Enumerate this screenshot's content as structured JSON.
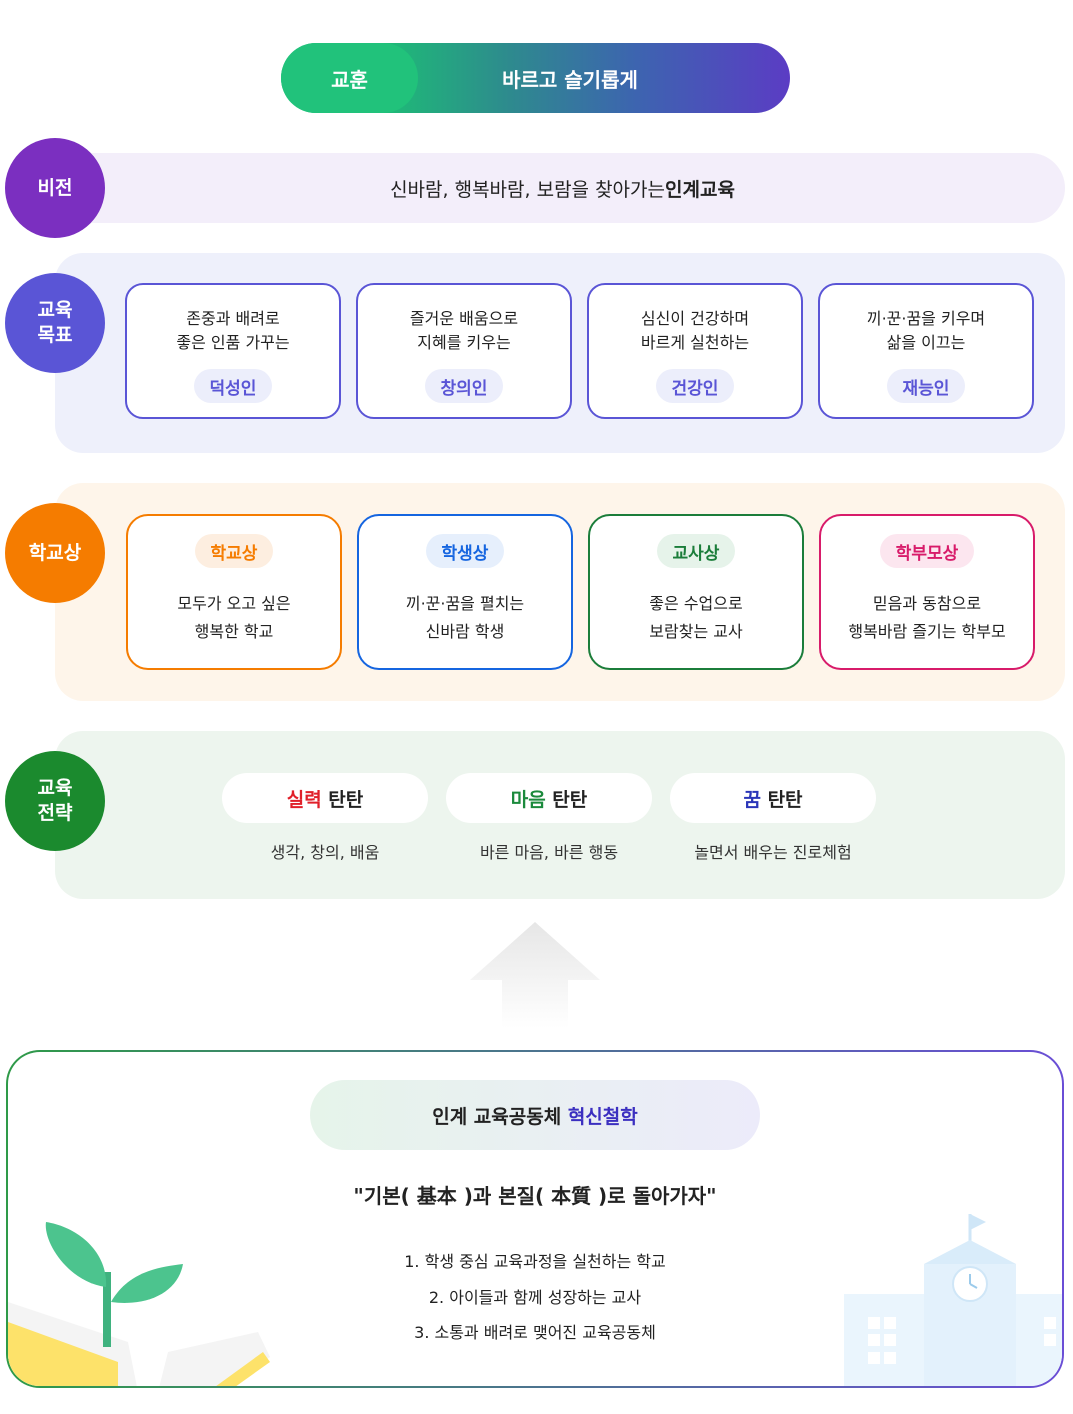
{
  "motto": {
    "label": "교훈",
    "text": "바르고 슬기롭게"
  },
  "vision": {
    "label": "비전",
    "text_plain": "신바람, 행복바람, 보람을 찾아가는 ",
    "text_bold": "인계교육"
  },
  "goals": {
    "label_line1": "교육",
    "label_line2": "목표",
    "items": [
      {
        "line1": "존중과 배려로",
        "line2": "좋은 인품 가꾸는",
        "tag": "덕성인"
      },
      {
        "line1": "즐거운 배움으로",
        "line2": "지혜를 키우는",
        "tag": "창의인"
      },
      {
        "line1": "심신이 건강하며",
        "line2": "바르게 실천하는",
        "tag": "건강인"
      },
      {
        "line1": "끼·꾼·꿈을 키우며",
        "line2": "삶을 이끄는",
        "tag": "재능인"
      }
    ]
  },
  "school_image": {
    "label": "학교상",
    "items": [
      {
        "tag": "학교상",
        "line1": "모두가 오고 싶은",
        "line2": "행복한 학교",
        "color": "#f57c00",
        "tag_bg": "#fdeee0"
      },
      {
        "tag": "학생상",
        "line1": "끼·꾼·꿈을 펼치는",
        "line2": "신바람 학생",
        "color": "#1565e0",
        "tag_bg": "#e6effc"
      },
      {
        "tag": "교사상",
        "line1": "좋은 수업으로",
        "line2": "보람찾는 교사",
        "color": "#1b7d3a",
        "tag_bg": "#e6f3ea"
      },
      {
        "tag": "학부모상",
        "line1": "믿음과 동참으로",
        "line2": "행복바람 즐기는 학부모",
        "color": "#d81b6a",
        "tag_bg": "#fce6ef"
      }
    ]
  },
  "strategy": {
    "label_line1": "교육",
    "label_line2": "전략",
    "items": [
      {
        "key": "실력",
        "rest": " 탄탄",
        "desc": "생각, 창의, 배움",
        "color": "#e0202a"
      },
      {
        "key": "마음",
        "rest": " 탄탄",
        "desc": "바른 마음, 바른 행동",
        "color": "#1b8a3c"
      },
      {
        "key": "꿈",
        "rest": " 탄탄",
        "desc": "놀면서 배우는 진로체험",
        "color": "#2a35b8"
      }
    ]
  },
  "philosophy": {
    "title_plain": "인계 교육공동체 ",
    "title_accent": "혁신철학",
    "quote": "\"기본( 基本 )과 본질( 本質 )로 돌아가자\"",
    "items": [
      "1. 학생 중심 교육과정을 실천하는 학교",
      "2. 아이들과 함께 성장하는 교사",
      "3. 소통과 배려로 맺어진 교육공동체"
    ]
  },
  "colors": {
    "vision_circle": "#7b2fc0",
    "goals_circle": "#5a55d6",
    "image_circle": "#f57c00",
    "strategy_circle": "#1b8a2e"
  }
}
